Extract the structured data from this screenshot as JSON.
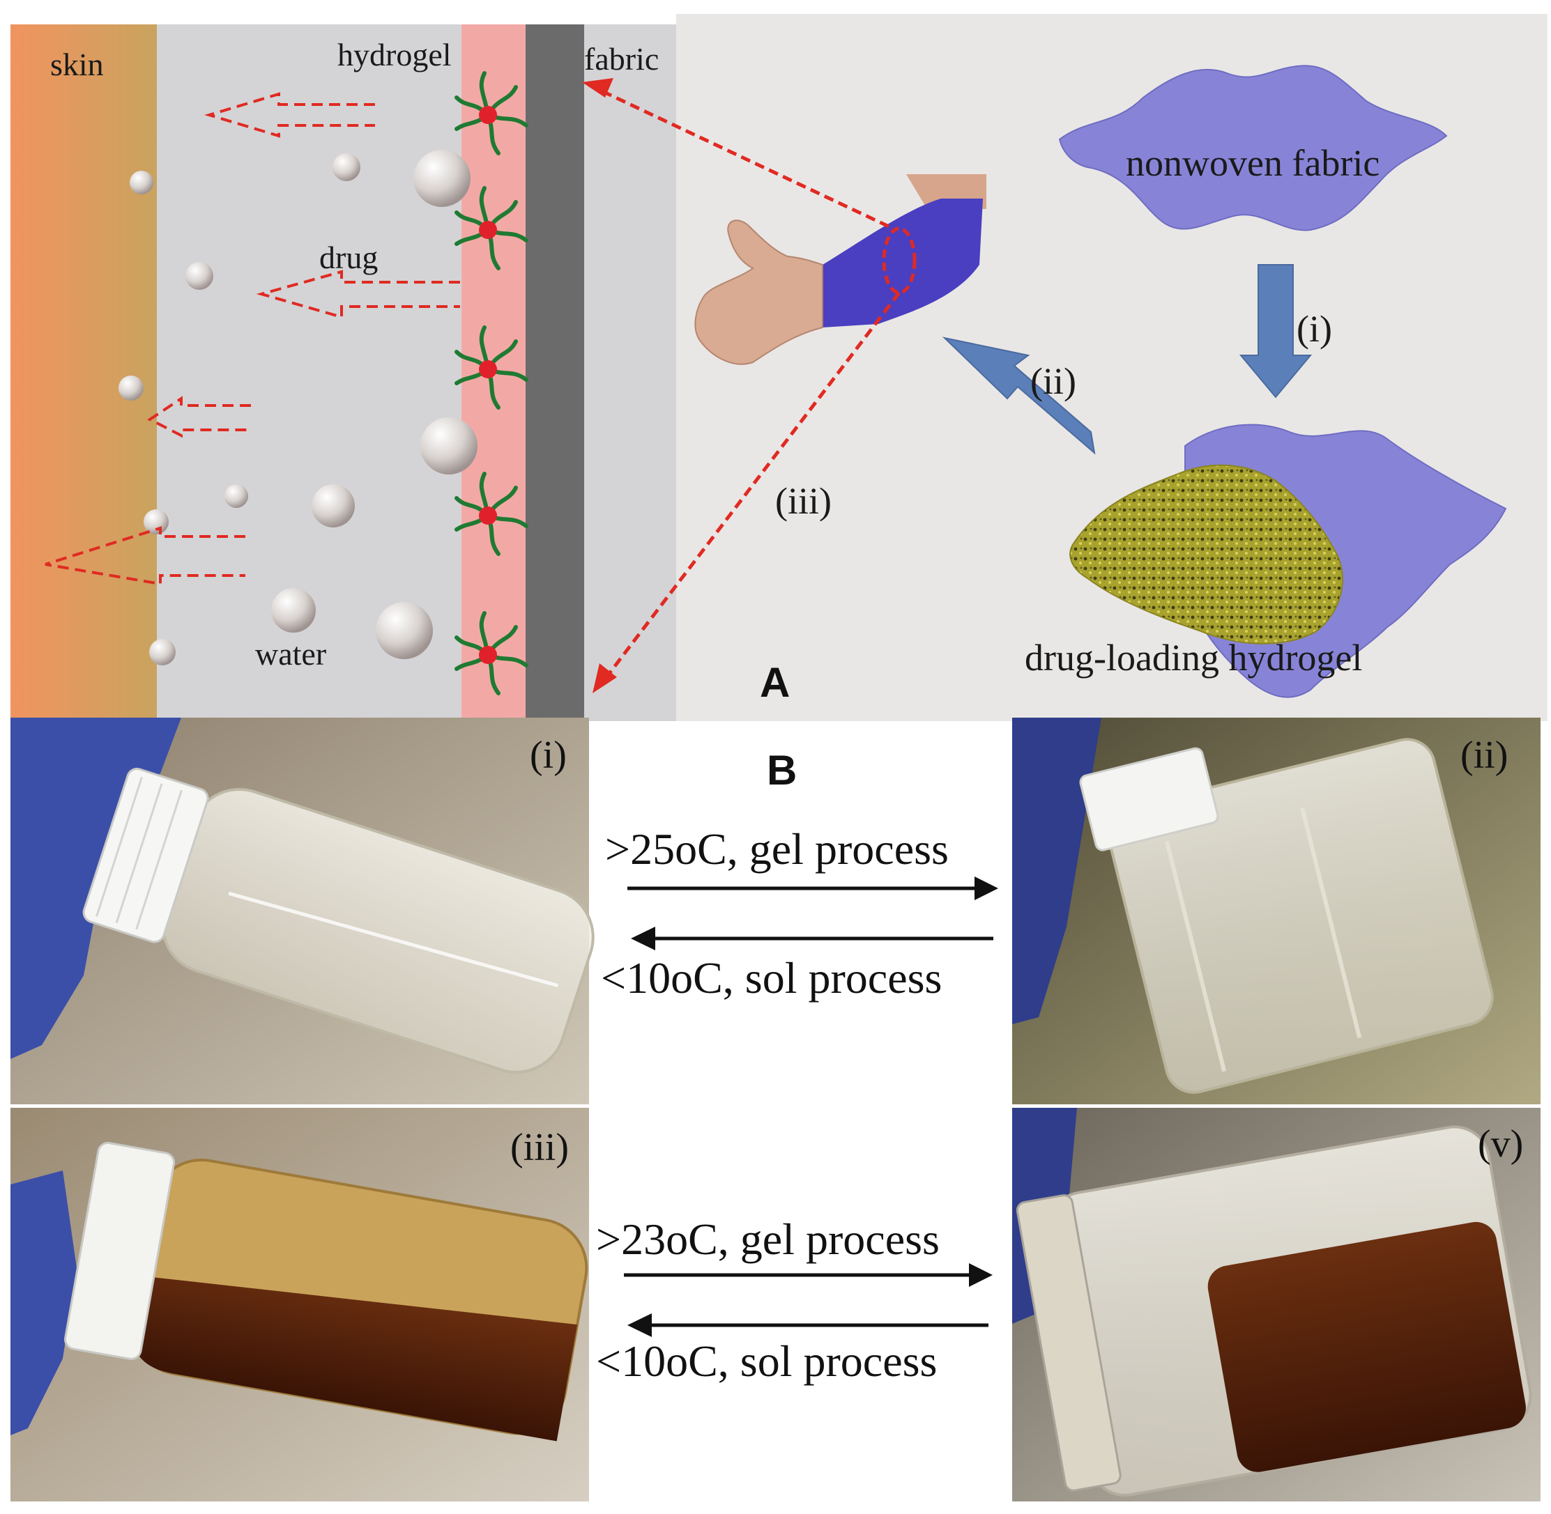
{
  "panel_a": {
    "letter": "A",
    "labels": {
      "skin": "skin",
      "hydrogel": "hydrogel",
      "fabric": "fabric",
      "drug": "drug",
      "water": "water",
      "nonwoven_fabric": "nonwoven fabric",
      "drug_loading_hydrogel": "drug-loading hydrogel"
    },
    "steps": {
      "i": "(i)",
      "ii": "(ii)",
      "iii": "(iii)"
    },
    "colors": {
      "skin": "#e8a06a",
      "hydrogel_layer": "#f4a7a5",
      "fabric_layer": "#6b6b6b",
      "arrow": "#e02a22",
      "nonwoven": "#8a86d6",
      "hydrogel_mass": "#b0a52a",
      "step_arrow": "#5b7fb8"
    }
  },
  "panel_b": {
    "letter": "B",
    "photo_labels": {
      "top_left": "(i)",
      "top_right": "(ii)",
      "bottom_left": "(iii)",
      "bottom_right": "(v)"
    },
    "top_transition": {
      "forward": ">25oC, gel process",
      "backward": "<10oC, sol process"
    },
    "bottom_transition": {
      "forward": ">23oC, gel process",
      "backward": "<10oC, sol process"
    }
  }
}
